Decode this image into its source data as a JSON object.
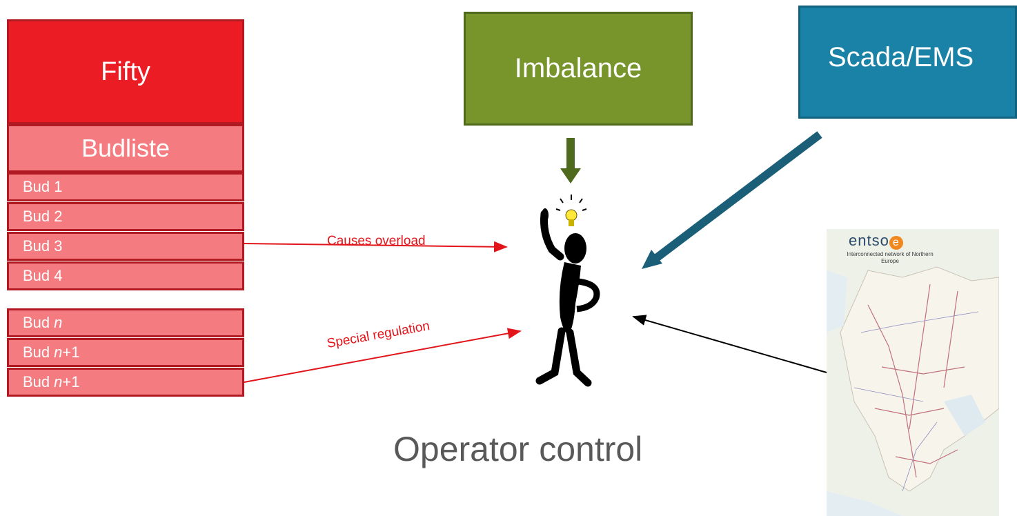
{
  "left_stack": {
    "header": "Fifty",
    "subheader": "Budliste",
    "bids_top": [
      {
        "label": "Bud",
        "num": "1"
      },
      {
        "label": "Bud",
        "num": "2"
      },
      {
        "label": "Bud",
        "num": "3"
      },
      {
        "label": "Bud",
        "num": "4"
      }
    ],
    "bids_bottom": [
      {
        "label": "Bud",
        "num": "n",
        "suffix": ""
      },
      {
        "label": "Bud",
        "num": "n",
        "suffix": "+1"
      },
      {
        "label": "Bud",
        "num": "n",
        "suffix": "+1"
      }
    ]
  },
  "imbalance": {
    "label": "Imbalance"
  },
  "scada": {
    "label": "Scada/EMS"
  },
  "arrows": {
    "causes_overload": "Causes overload",
    "special_regulation": "Special regulation"
  },
  "operator": {
    "caption": "Operator control"
  },
  "map": {
    "logo": "entso",
    "logo_e": "e",
    "subtitle": "Interconnected network of Northern Europe"
  },
  "colors": {
    "fifty_red": "#ec1c24",
    "bud_pink": "#f47c80",
    "imbalance_green": "#77952b",
    "scada_teal": "#1a82a6",
    "arrow_red": "#e2151b",
    "arrow_teal": "#1a5e78"
  }
}
